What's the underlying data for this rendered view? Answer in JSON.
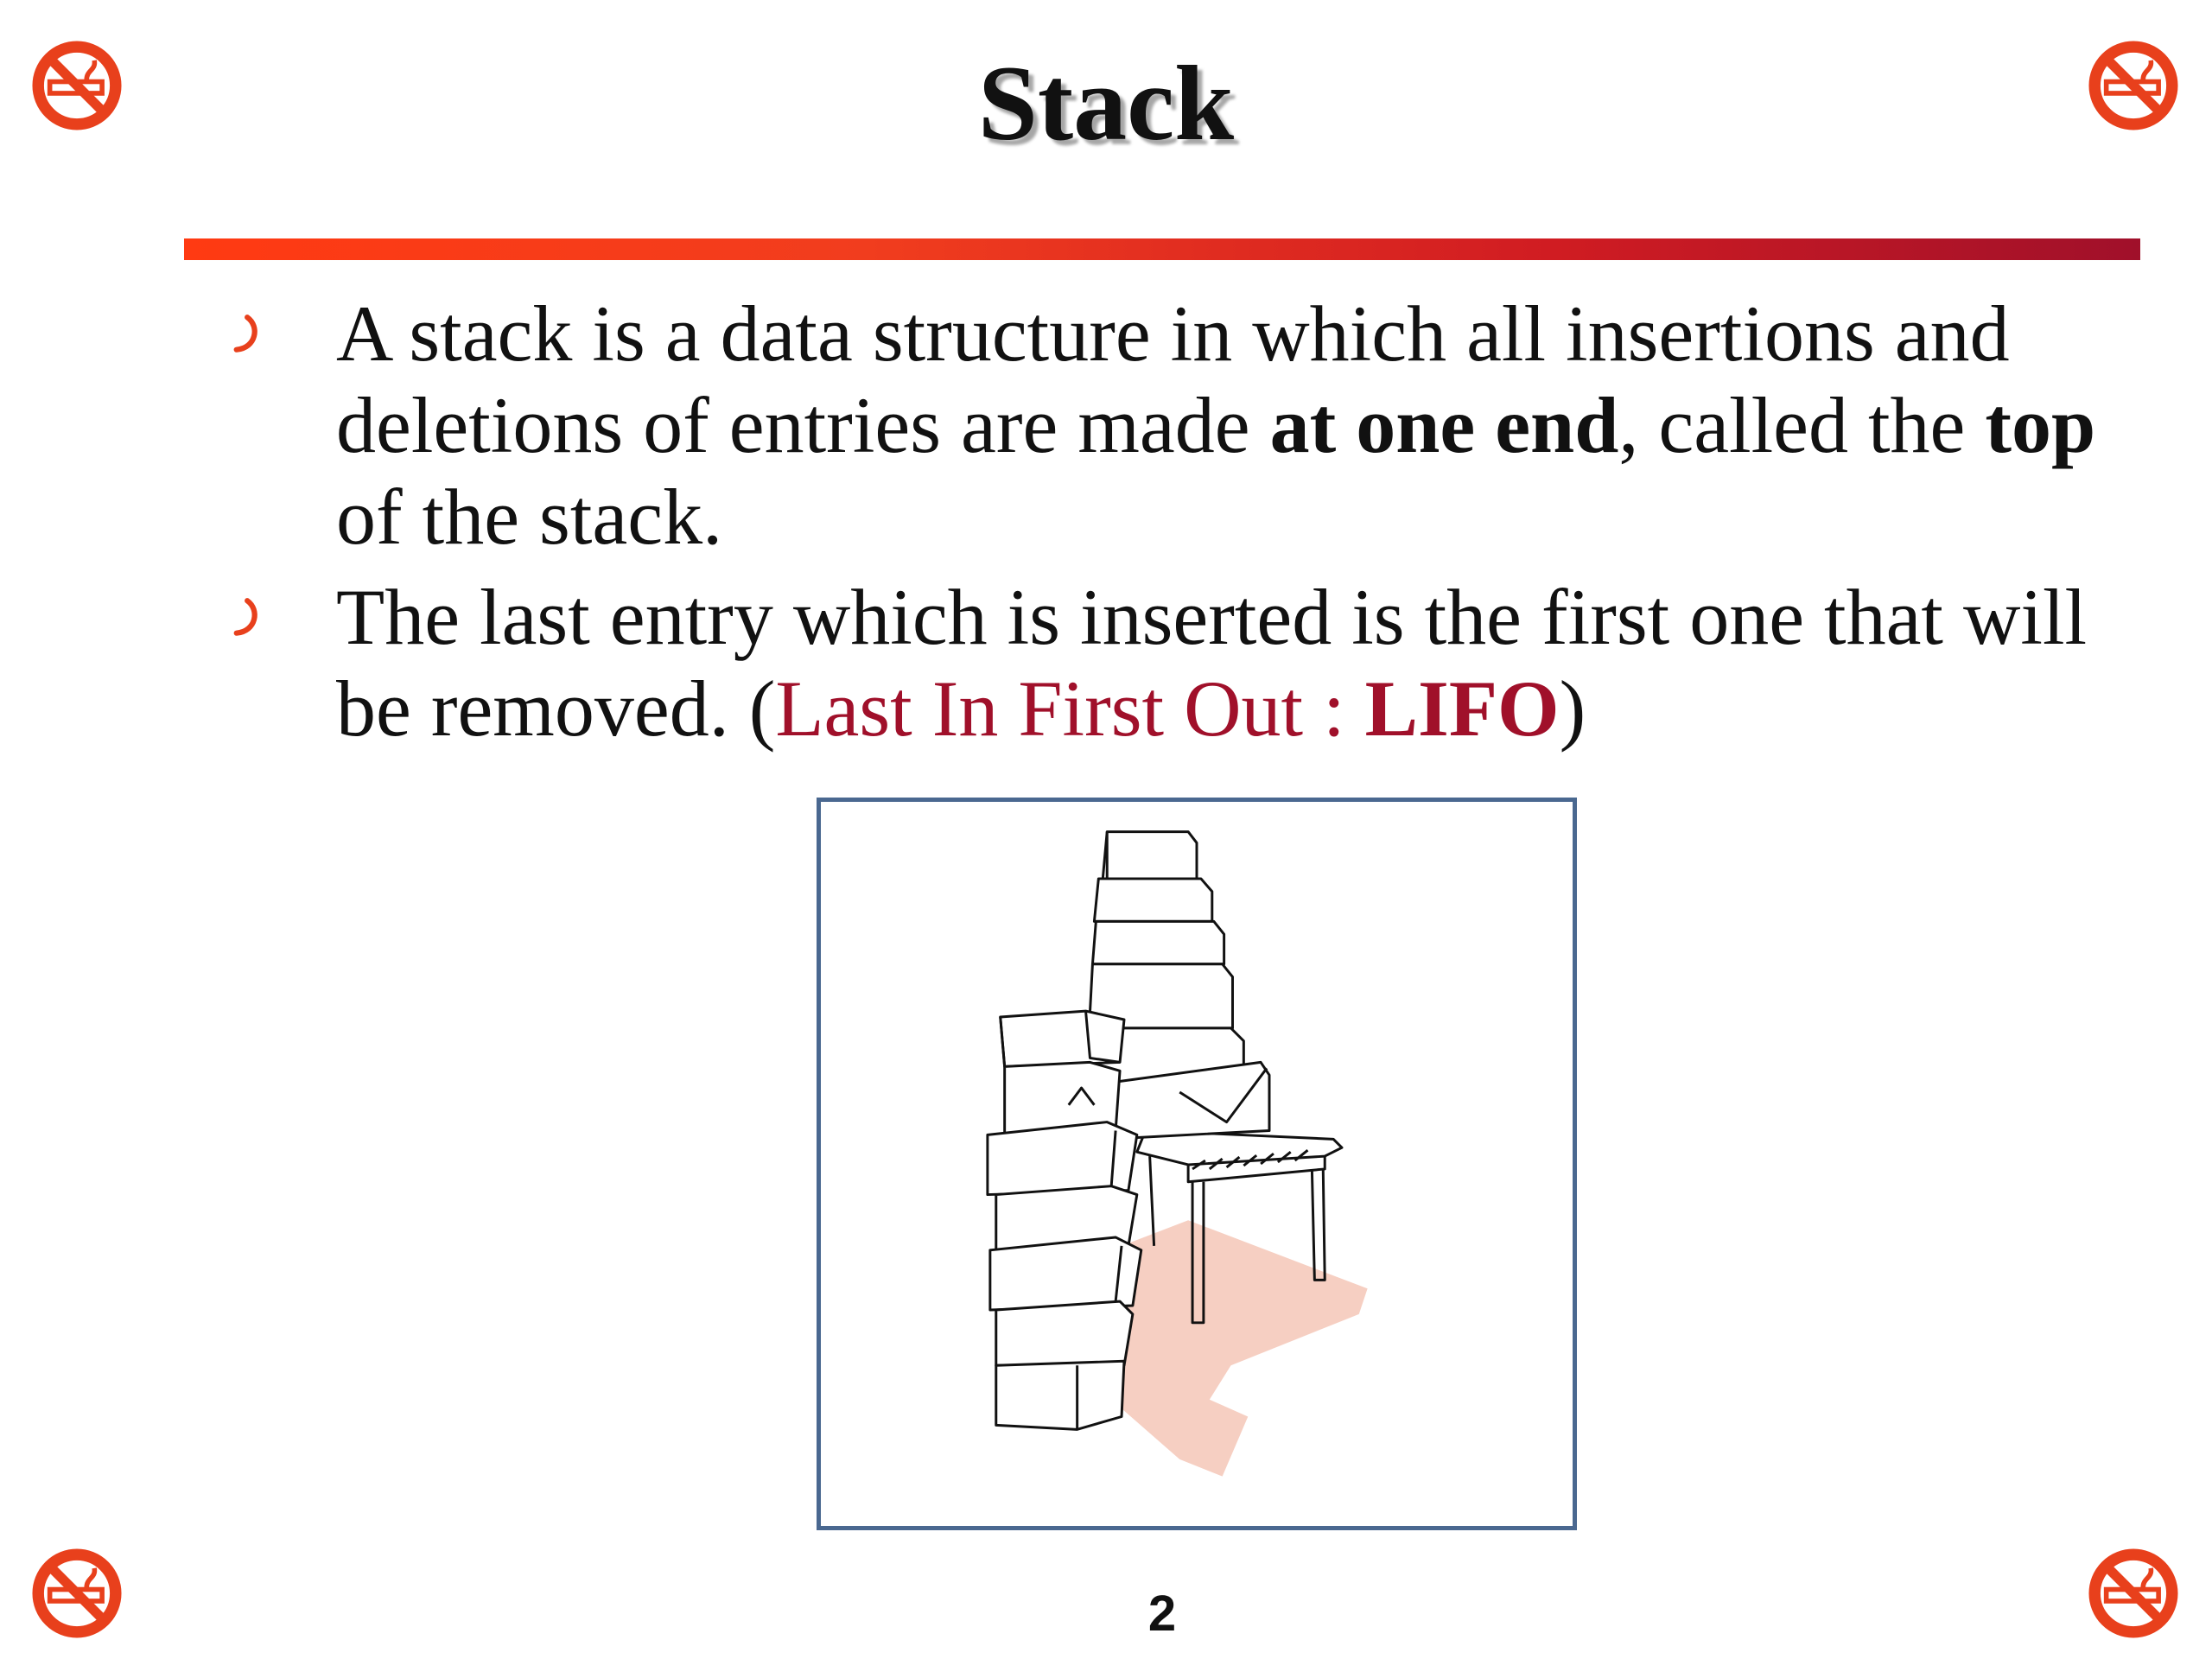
{
  "slide": {
    "title": "Stack",
    "page_number": "2"
  },
  "bullets": [
    {
      "segments": [
        {
          "text": "A stack is a data structure in which all insertions and deletions of entries are made ",
          "style": "normal"
        },
        {
          "text": "at one end",
          "style": "bold"
        },
        {
          "text": ", called the ",
          "style": "normal"
        },
        {
          "text": "top",
          "style": "bold"
        },
        {
          "text": " of the stack.",
          "style": "normal"
        }
      ]
    },
    {
      "segments": [
        {
          "text": "The last entry which is inserted is the first one that will be removed. (",
          "style": "normal"
        },
        {
          "text": "Last In First Out : ",
          "style": "red"
        },
        {
          "text": "LIFO",
          "style": "red-bold"
        },
        {
          "text": ")",
          "style": "normal"
        }
      ]
    }
  ],
  "icons": {
    "corner": "no-smoking-icon",
    "bullet": "curved-arrow-bullet-icon",
    "figure": "stacked-boxes-illustration"
  },
  "colors": {
    "accent_red": "#f13d1e",
    "dark_red": "#a0102a",
    "frame_blue": "#4a6890",
    "shadow_pink": "#f6cfc2"
  }
}
